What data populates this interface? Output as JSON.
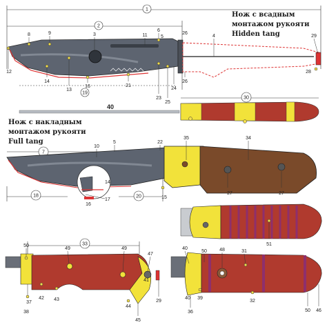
{
  "captions": {
    "hidden_tang": [
      "Нож с всадным",
      "монтажом рукояти",
      "Hidden tang"
    ],
    "full_tang": [
      "Нож с накладным",
      "монтажом рукояти",
      "Full tang"
    ]
  },
  "dimension_numbers": {
    "d1": "1",
    "d2": "2",
    "d7": "7",
    "d18": "18",
    "d19": "19",
    "d20": "20",
    "d30": "30",
    "d33": "33",
    "d40": "40"
  },
  "part_numbers": {
    "n3": "3",
    "n4": "4",
    "n5": "5",
    "n6": "6",
    "n8": "8",
    "n9": "9",
    "n10": "10",
    "n11": "11",
    "n12": "12",
    "n13": "13",
    "n14": "14",
    "n14b": "14",
    "n15": "15",
    "n16": "16",
    "n16b": "16",
    "n17": "17",
    "n21": "21",
    "n22": "22",
    "n23": "23",
    "n24": "24",
    "n25": "25",
    "n26a": "26",
    "n26b": "26",
    "n27a": "27",
    "n27b": "27",
    "n28": "28",
    "n29": "29",
    "n29b": "29",
    "n31": "31",
    "n32": "32",
    "n34": "34",
    "n35": "35",
    "n36": "36",
    "n37": "37",
    "n38": "38",
    "n39": "39",
    "n40b": "40",
    "n41": "41",
    "n42": "42",
    "n43": "43",
    "n44": "44",
    "n45": "45",
    "n46": "46",
    "n47": "47",
    "n48": "48",
    "n49a": "49",
    "n49b": "49",
    "n50a": "50",
    "n50b": "50",
    "n50c": "50",
    "n51": "51"
  },
  "colors": {
    "blade": "#5d6470",
    "handle_red": "#b03a2e",
    "bolster_yellow": "#f2e23a",
    "wood": "#7a4a2a",
    "tang_outline": "#d33",
    "pin": "#666"
  }
}
